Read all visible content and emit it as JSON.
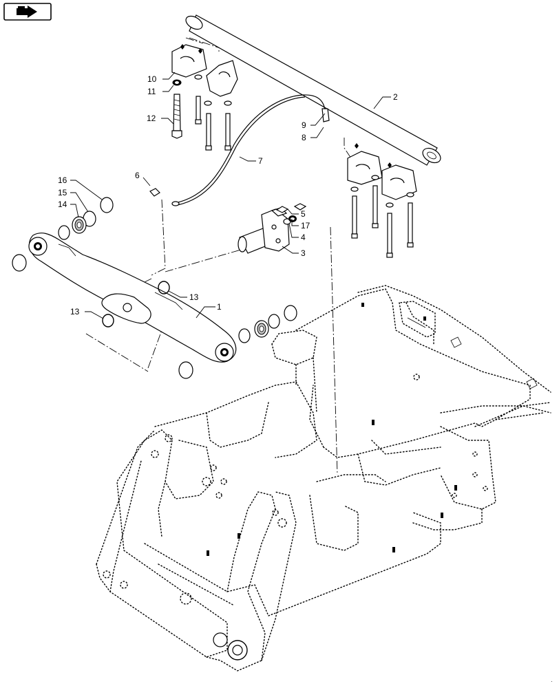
{
  "callouts": {
    "c1": "1",
    "c2": "2",
    "c3": "3",
    "c4": "4",
    "c5": "5",
    "c6": "6",
    "c7": "7",
    "c8": "8",
    "c9": "9",
    "c10": "10",
    "c11": "11",
    "c12": "12",
    "c13a": "13",
    "c13b": "13",
    "c14": "14",
    "c15": "15",
    "c16": "16",
    "c17": "17"
  },
  "icons": {
    "nav": "previous-page-arrow-icon"
  }
}
